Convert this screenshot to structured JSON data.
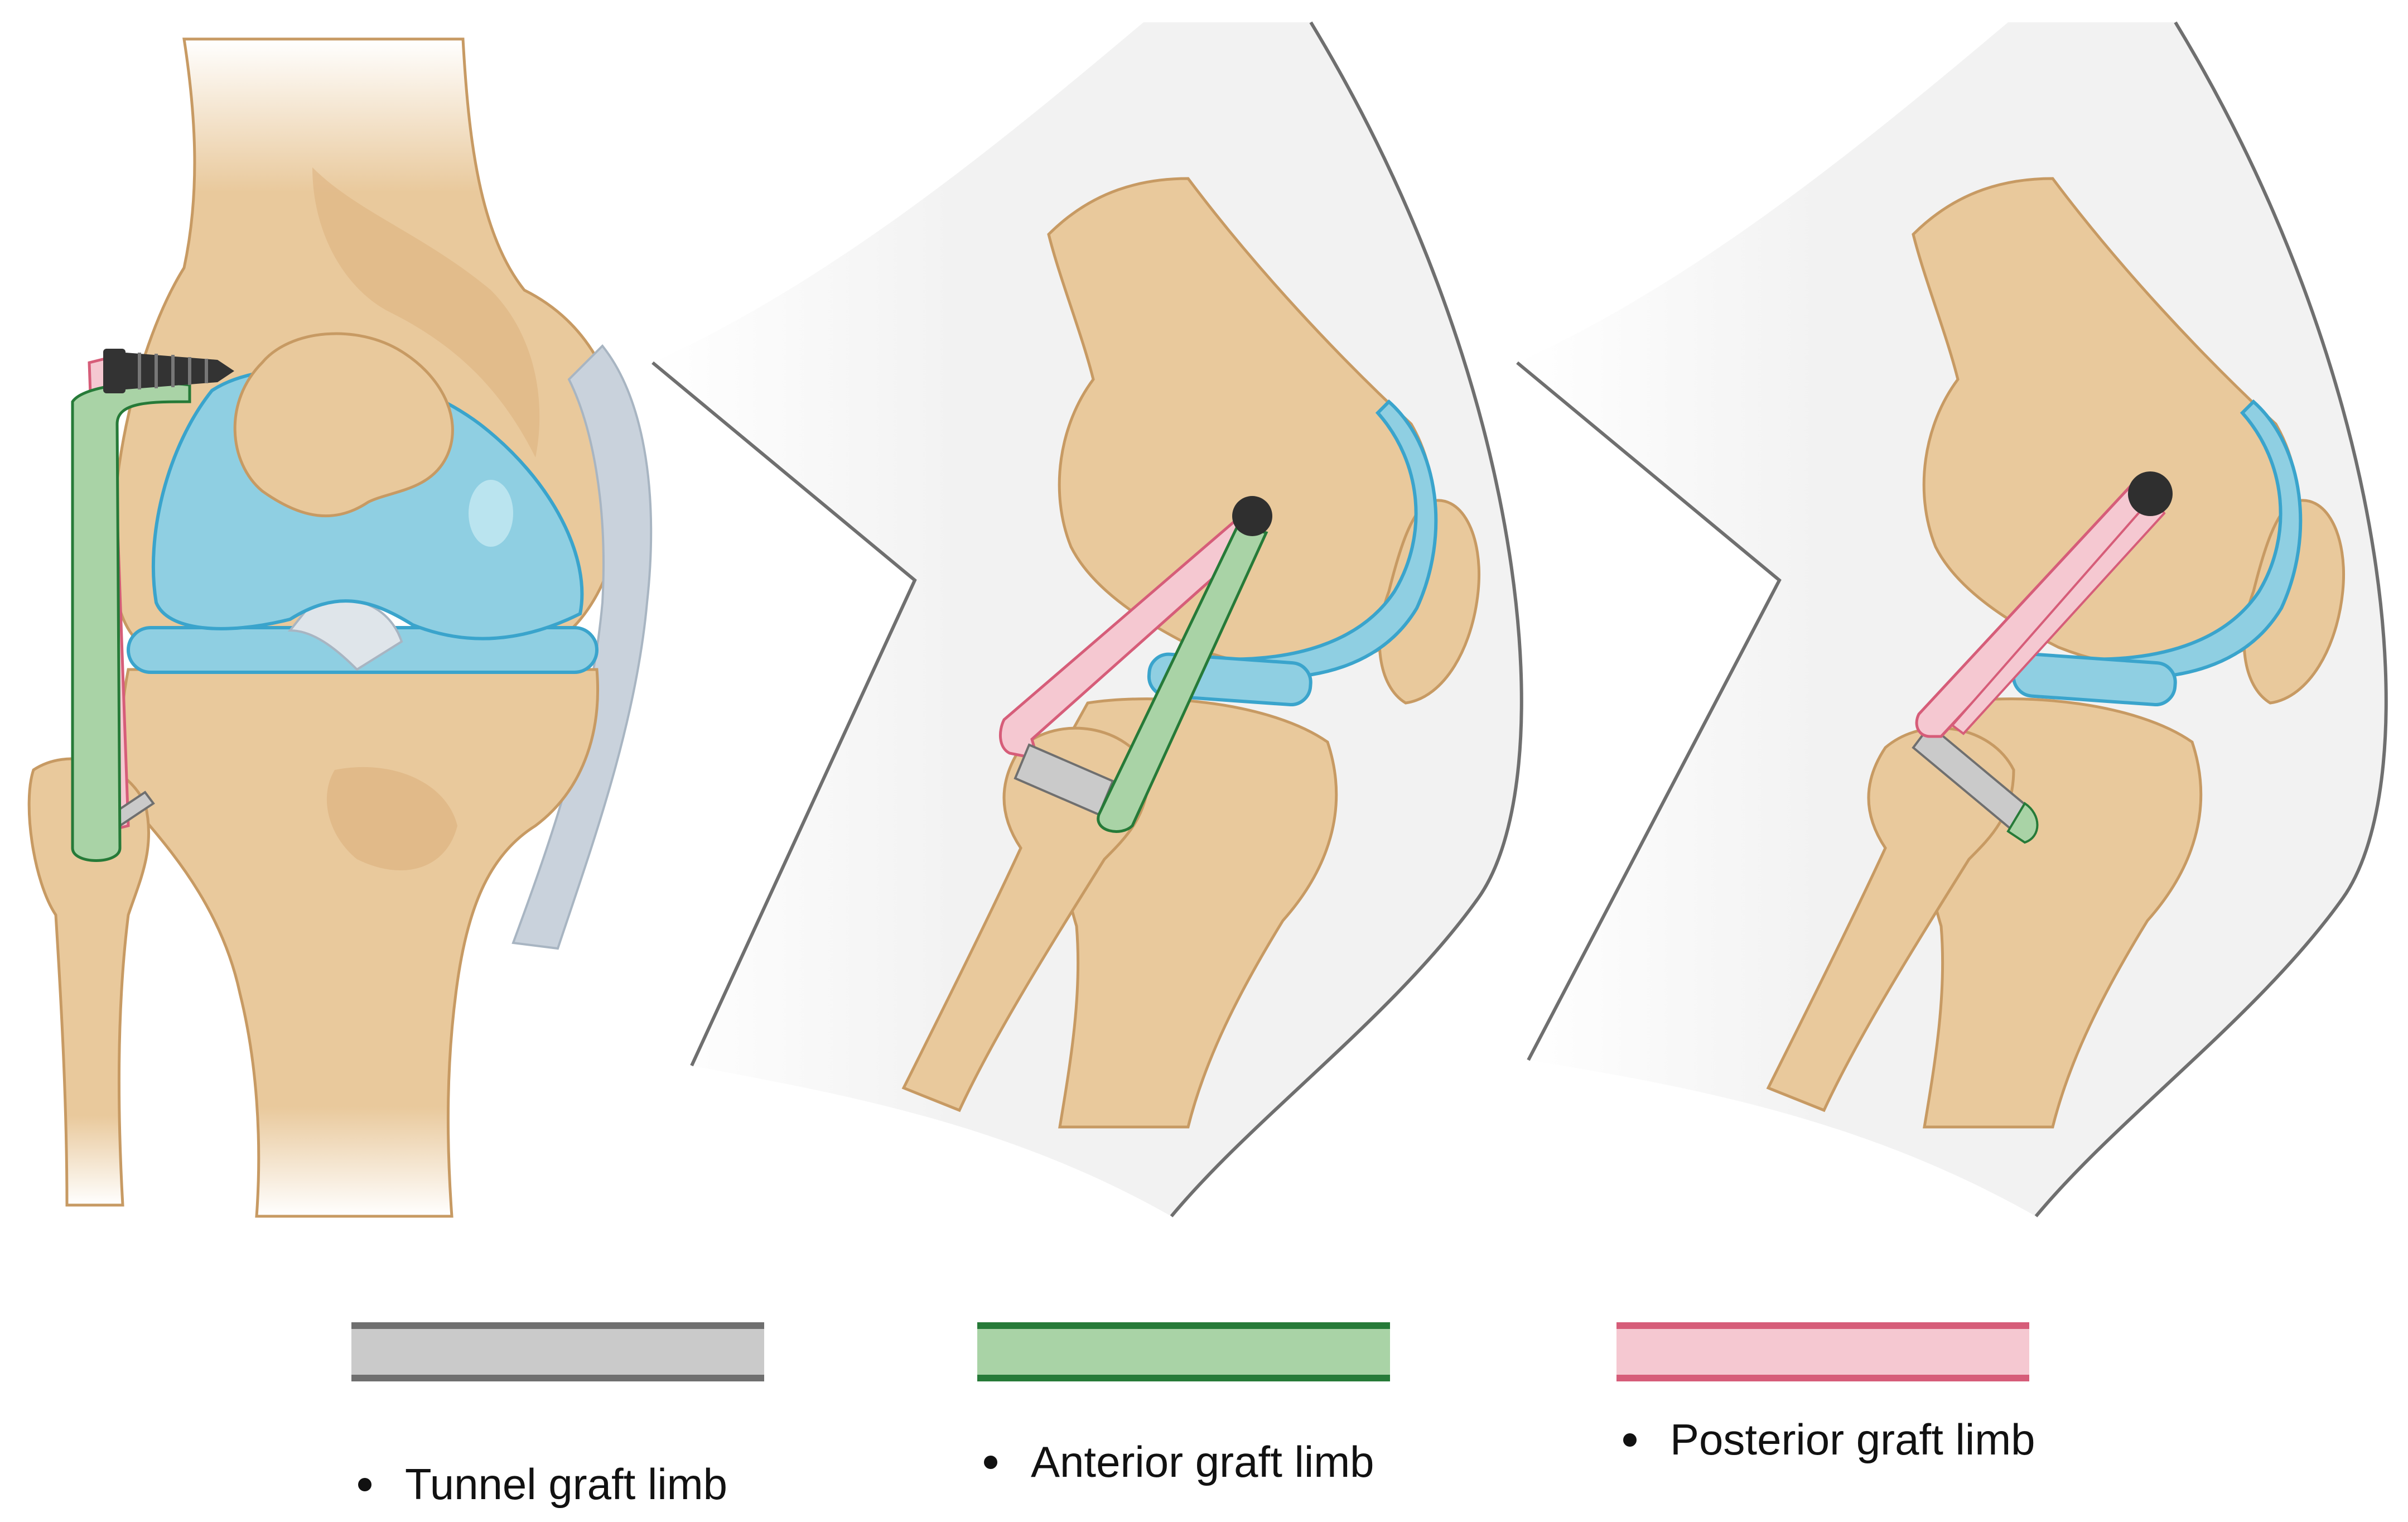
{
  "colors": {
    "bone": "#e9c99c",
    "bone_dark": "#d6a978",
    "bone_outline": "#c79a63",
    "cartilage_blue": "#8fcfe2",
    "cartilage_outline": "#3aa4cc",
    "ligament_grey": "#c9d2dc",
    "skin_shade": "#f2f2f2",
    "skin_outline": "#6f6f6f",
    "tunnel_fill": "#cacaca",
    "tunnel_stroke": "#6f6f6f",
    "anterior_fill": "#a9d3a6",
    "anterior_stroke": "#267a38",
    "posterior_fill": "#f5c8d1",
    "posterior_stroke": "#d65d79",
    "screw": "#333333",
    "anchor_dot": "#2f2f2f"
  },
  "panels": [
    {
      "view": "front knee",
      "contains": [
        "screw-icon",
        "tunnel graft",
        "anterior graft",
        "posterior graft",
        "meniscus",
        "patella"
      ]
    },
    {
      "view": "lateral knee flexed",
      "contains": [
        "anchor-dot",
        "anterior graft",
        "posterior graft",
        "tunnel graft"
      ]
    },
    {
      "view": "lateral knee flexed",
      "contains": [
        "anchor-dot",
        "posterior graft",
        "tunnel graft"
      ]
    }
  ],
  "legend": [
    {
      "label": "Tunnel graft limb",
      "fill": "#cacaca",
      "stroke": "#6f6f6f"
    },
    {
      "label": "Anterior graft limb",
      "fill": "#a9d3a6",
      "stroke": "#267a38"
    },
    {
      "label": "Posterior graft limb",
      "fill": "#f5c8d1",
      "stroke": "#d65d79"
    }
  ]
}
